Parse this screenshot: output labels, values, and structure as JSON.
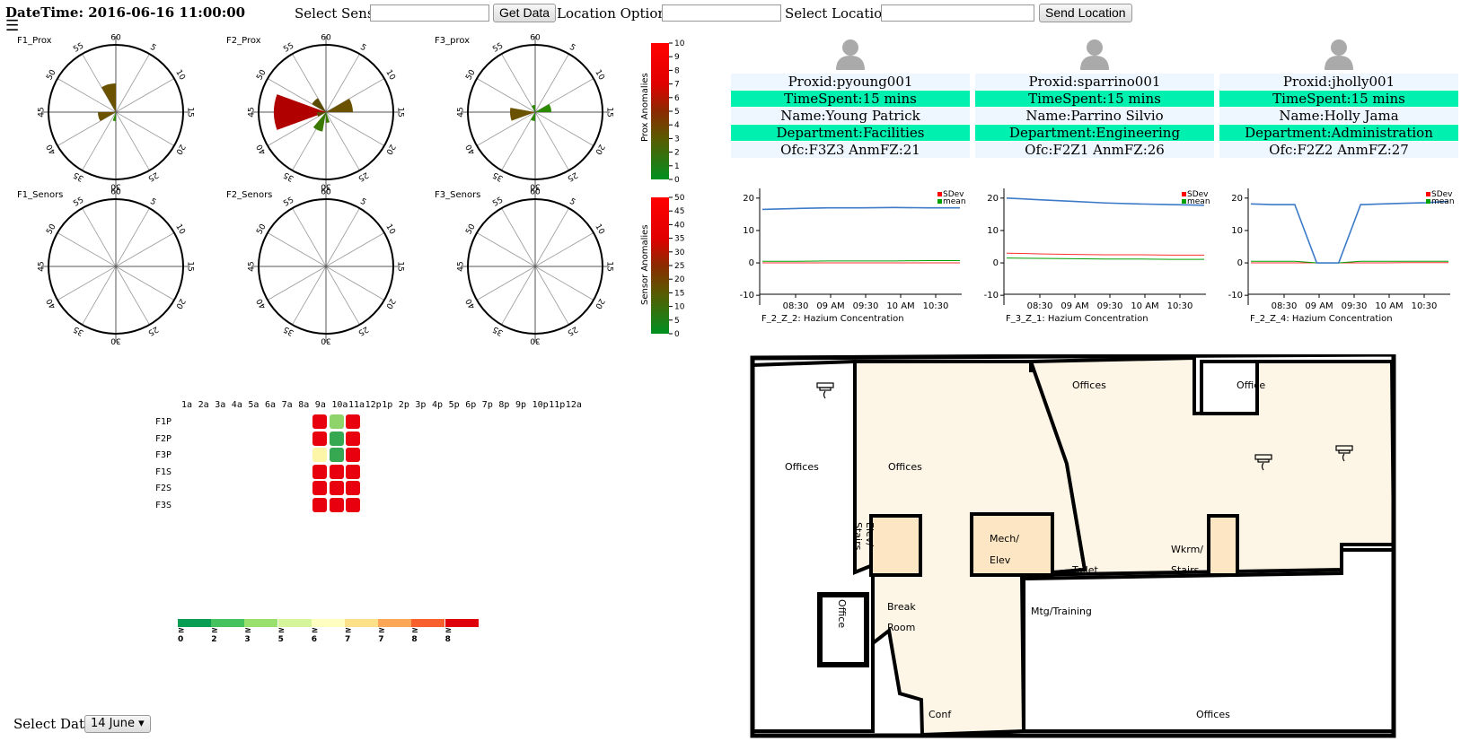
{
  "header": {
    "datetime": "DateTime: 2016-06-16 11:00:00",
    "menu_icon": "☰",
    "select_sensor_label": "Select Sensor",
    "sensor_value": "",
    "get_data_label": "Get Data",
    "location_options_label": "Location Options:",
    "location_options_value": "",
    "select_location_label": "Select Location:",
    "select_location_value": "",
    "send_location_label": "Send Location"
  },
  "radars": [
    {
      "title": "F1_Prox"
    },
    {
      "title": "F2_Prox"
    },
    {
      "title": "F3_prox"
    },
    {
      "title": "F1_Senors"
    },
    {
      "title": "F2_Senors"
    },
    {
      "title": "F3_Senors"
    }
  ],
  "radar_ticks": [
    "5",
    "10",
    "15",
    "20",
    "25",
    "30",
    "35",
    "40",
    "45",
    "50",
    "55",
    "60"
  ],
  "prox_scale": {
    "label": "Prox Anomalies",
    "ticks": [
      "10",
      "9",
      "8",
      "7",
      "6",
      "5",
      "4",
      "3",
      "2",
      "1",
      "0"
    ]
  },
  "sensor_scale": {
    "label": "Sensor Anomalies",
    "ticks": [
      "50",
      "45",
      "40",
      "35",
      "30",
      "25",
      "20",
      "15",
      "10",
      "5",
      "0"
    ]
  },
  "people": [
    {
      "proxid": "Proxid:pyoung001",
      "timespent": "TimeSpent:15 mins",
      "name": "Name:Young Patrick",
      "department": "Department:Facilities",
      "office": "Ofc:F3Z3 AnmFZ:21"
    },
    {
      "proxid": "Proxid:sparrino001",
      "timespent": "TimeSpent:15 mins",
      "name": "Name:Parrino Silvio",
      "department": "Department:Engineering",
      "office": "Ofc:F2Z1 AnmFZ:26"
    },
    {
      "proxid": "Proxid:jholly001",
      "timespent": "TimeSpent:15 mins",
      "name": "Name:Holly Jama",
      "department": "Department:Administration",
      "office": "Ofc:F2Z2 AnmFZ:27"
    }
  ],
  "mini_charts": [
    {
      "caption": "F_2_Z_2: Hazium Concentration",
      "y_ticks": [
        "20",
        "10",
        "0",
        "-10"
      ],
      "x_ticks": [
        "08:30",
        "09 AM",
        "09:30",
        "10 AM",
        "10:30"
      ],
      "legend": [
        "SDev",
        "mean"
      ]
    },
    {
      "caption": "F_3_Z_1: Hazium Concentration",
      "y_ticks": [
        "20",
        "10",
        "0",
        "-10"
      ],
      "x_ticks": [
        "08:30",
        "09 AM",
        "09:30",
        "10 AM",
        "10:30"
      ],
      "legend": [
        "SDev",
        "mean"
      ]
    },
    {
      "caption": "F_2_Z_4: Hazium Concentration",
      "y_ticks": [
        "20",
        "10",
        "0",
        "-10"
      ],
      "x_ticks": [
        "08:30",
        "09 AM",
        "09:30",
        "10 AM",
        "10:30"
      ],
      "legend": [
        "SDev",
        "mean"
      ]
    }
  ],
  "heatmap": {
    "hours": [
      "1a",
      "2a",
      "3a",
      "4a",
      "5a",
      "6a",
      "7a",
      "8a",
      "9a",
      "10a",
      "11a",
      "12p",
      "1p",
      "2p",
      "3p",
      "4p",
      "5p",
      "6p",
      "7p",
      "8p",
      "9p",
      "10p",
      "11p",
      "12a"
    ],
    "rows": [
      "F1P",
      "F2P",
      "F3P",
      "F1S",
      "F2S",
      "F3S"
    ],
    "cells": [
      [
        "#e8000f",
        "#8ed46a",
        "#e8000f"
      ],
      [
        "#e8000f",
        "#37a852",
        "#e8000f"
      ],
      [
        "#fdf5a8",
        "#37a852",
        "#e8000f"
      ],
      [
        "#e8000f",
        "#e8000f",
        "#e8000f"
      ],
      [
        "#e8000f",
        "#e8000f",
        "#e8000f"
      ],
      [
        "#e8000f",
        "#e8000f",
        "#e8000f"
      ]
    ],
    "legend": [
      {
        "label": "≥ 0",
        "color": "#0a9e55"
      },
      {
        "label": "≥ 2",
        "color": "#46c35f"
      },
      {
        "label": "≥ 3",
        "color": "#9ae06e"
      },
      {
        "label": "≥ 5",
        "color": "#d6f59a"
      },
      {
        "label": "≥ 6",
        "color": "#ffffc2"
      },
      {
        "label": "≥ 7",
        "color": "#fde08a"
      },
      {
        "label": "≥ 7",
        "color": "#fca658"
      },
      {
        "label": "≥ 8",
        "color": "#f8602d"
      },
      {
        "label": "≥ 8",
        "color": "#e0020b"
      }
    ]
  },
  "floorplan": {
    "labels": {
      "offices_left": "Offices",
      "offices_mid": "Offices",
      "offices_top": "Offices",
      "office_top_right": "Office",
      "elev_stairs": "Elev/ Stairs",
      "mech_elev_1": "Mech/",
      "mech_elev_2": "Elev",
      "toilet": "Toilet",
      "wkrm_1": "Wkrm/",
      "wkrm_2": "Stairs",
      "office_vertical": "Office",
      "break_1": "Break",
      "break_2": "Room",
      "mtg": "Mtg/Training",
      "conf": "Conf",
      "offices_bottom": "Offices"
    }
  },
  "footer": {
    "select_date_label": "Select Date:",
    "date_value": "14 June ▾"
  }
}
